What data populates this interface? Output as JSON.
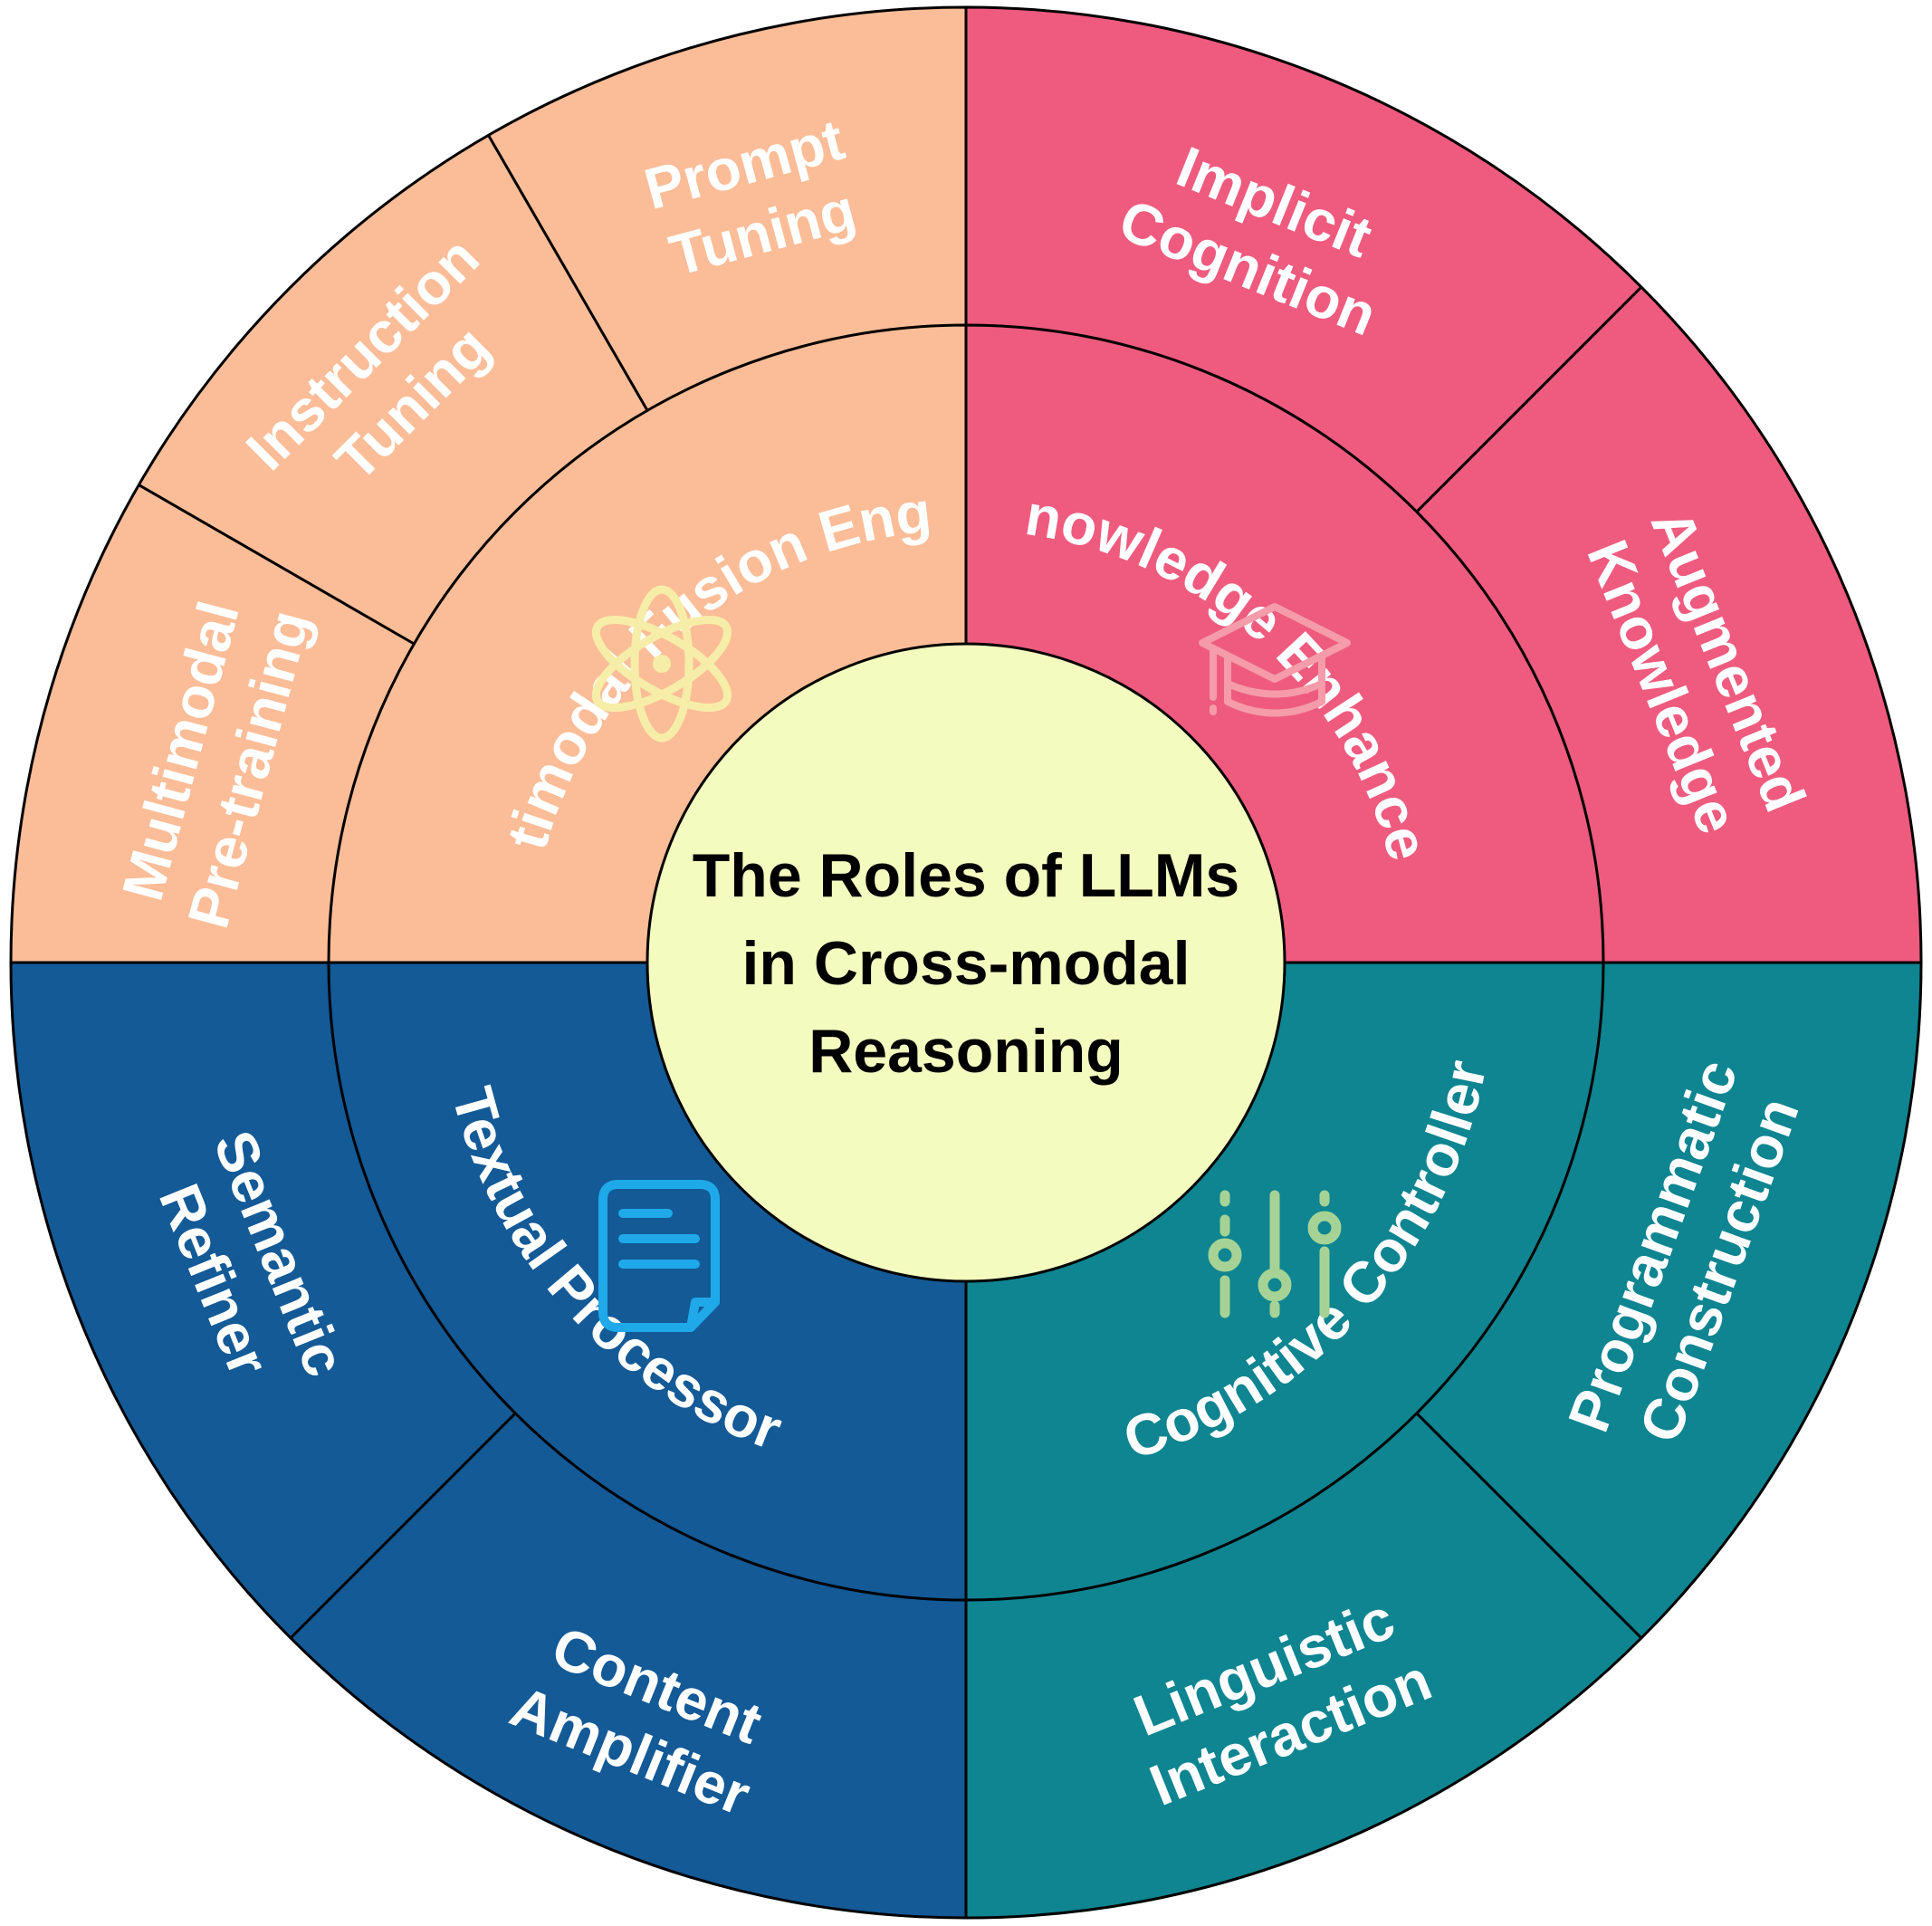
{
  "colors": {
    "fusion": "#FBBD97",
    "knowledge": "#EE5B7F",
    "textual": "#135A97",
    "cognitive": "#0E8591",
    "center": "#F4FBBF"
  },
  "center": {
    "lines": [
      "The Roles of LLMs",
      "in Cross-modal",
      "Reasoning"
    ]
  },
  "quadrants": [
    {
      "id": "fusion",
      "label": "Multimodal Fusion Engine",
      "icon": "atom-icon",
      "subs": [
        {
          "lines": [
            "Multimodal",
            "Pre-training"
          ]
        },
        {
          "lines": [
            "Instruction",
            "Tuning"
          ]
        },
        {
          "lines": [
            "Prompt",
            "Tuning"
          ]
        }
      ]
    },
    {
      "id": "knowledge",
      "label": "Knowledge Enhancer",
      "icon": "graduation-cap-icon",
      "subs": [
        {
          "lines": [
            "Implicit",
            "Cognition"
          ]
        },
        {
          "lines": [
            "Augmented",
            "Knowledge"
          ]
        }
      ]
    },
    {
      "id": "cognitive",
      "label": "Cognitive Controller",
      "icon": "sliders-icon",
      "subs": [
        {
          "lines": [
            "Programmatic",
            "Construction"
          ]
        },
        {
          "lines": [
            "Linguistic",
            "Interaction"
          ]
        }
      ]
    },
    {
      "id": "textual",
      "label": "Textual Processor",
      "icon": "document-icon",
      "subs": [
        {
          "lines": [
            "Content",
            "Amplifier"
          ]
        },
        {
          "lines": [
            "Semantic",
            "Refiner"
          ]
        }
      ]
    }
  ]
}
